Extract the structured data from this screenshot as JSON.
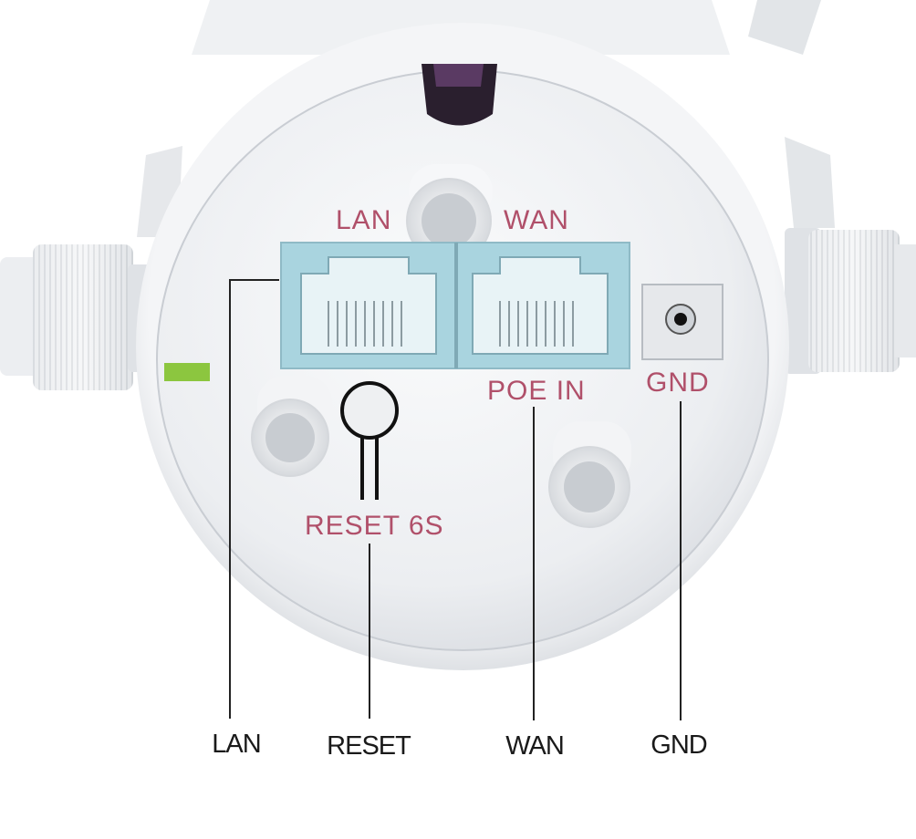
{
  "panel_labels": {
    "lan": "LAN",
    "wan": "WAN",
    "poe_in": "POE IN",
    "gnd": "GND",
    "reset": "RESET 6S"
  },
  "callouts": [
    {
      "label": "LAN"
    },
    {
      "label": "RESET"
    },
    {
      "label": "WAN"
    },
    {
      "label": "GND"
    }
  ],
  "colors": {
    "label_text": "#b0506a",
    "port_housing": "#a9d4df",
    "device_body": "#f2f3f5",
    "led_green": "#8cc63f",
    "callout_line": "#222222"
  }
}
